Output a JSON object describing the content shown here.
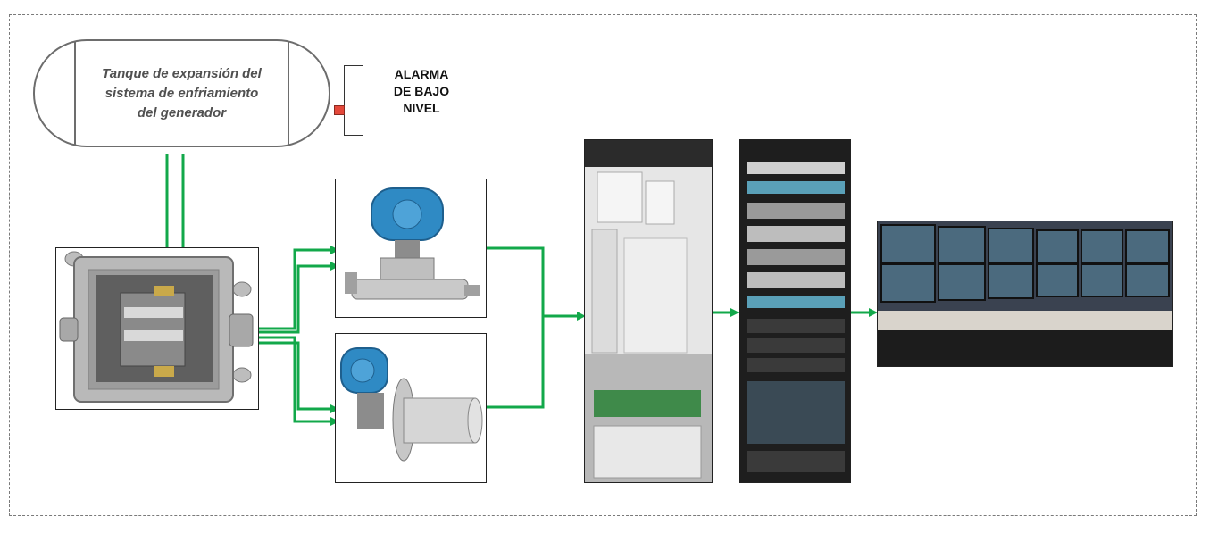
{
  "tank": {
    "label_lines": [
      "Tanque de expansión del",
      "sistema de enfriamiento",
      "del generador"
    ]
  },
  "alarm": {
    "label_lines": [
      "ALARMA",
      "DE BAJO",
      "NIVEL"
    ]
  },
  "colors": {
    "signal_line": "#12a84a",
    "sensor_indicator": "#e4483a",
    "outline": "#6d6d6d"
  },
  "icons": {
    "junction_box": "junction-box-icon",
    "dp_transmitter": "differential-pressure-transmitter-icon",
    "flange_transmitter": "flange-level-transmitter-icon",
    "io_cabinet": "io-cabinet-icon",
    "server_rack": "network-rack-icon",
    "control_room": "control-room-icon"
  }
}
